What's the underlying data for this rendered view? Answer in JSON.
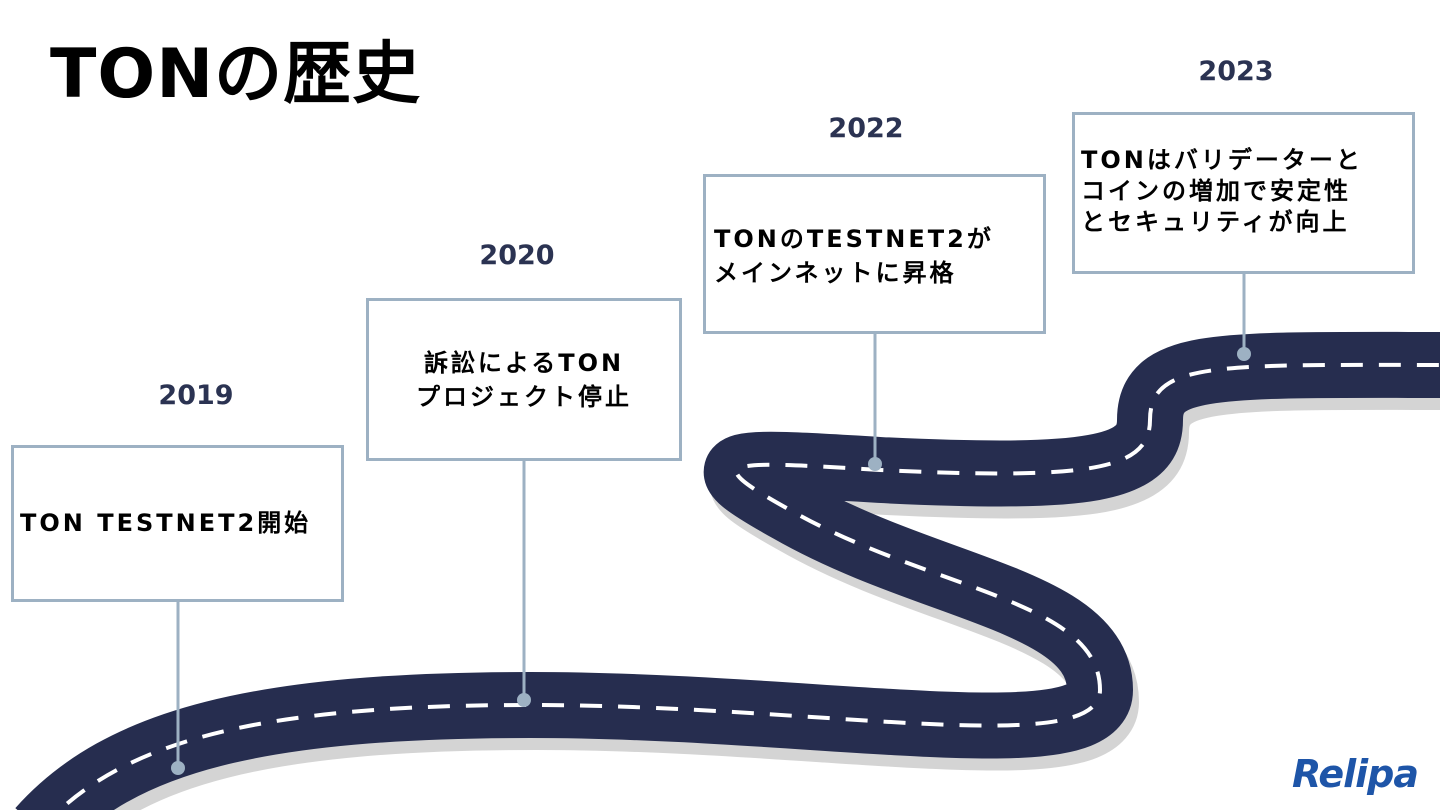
{
  "title": "TONの歴史",
  "milestones": [
    {
      "year": "2019",
      "text": "TON TESTNET2開始"
    },
    {
      "year": "2020",
      "text": "訴訟によるTON\nプロジェクト停止"
    },
    {
      "year": "2022",
      "text": "TONのTESTNET2が\nメインネットに昇格"
    },
    {
      "year": "2023",
      "text": "TONはバリデーターと\nコインの増加で安定性\nとセキュリティが向上"
    }
  ],
  "logo": "Relipa",
  "colors": {
    "road": "#262d4f",
    "road_edge": "#d4d4d4",
    "connector": "#9db1c3",
    "year_text": "#2b3352",
    "logo": "#1e55a8"
  }
}
